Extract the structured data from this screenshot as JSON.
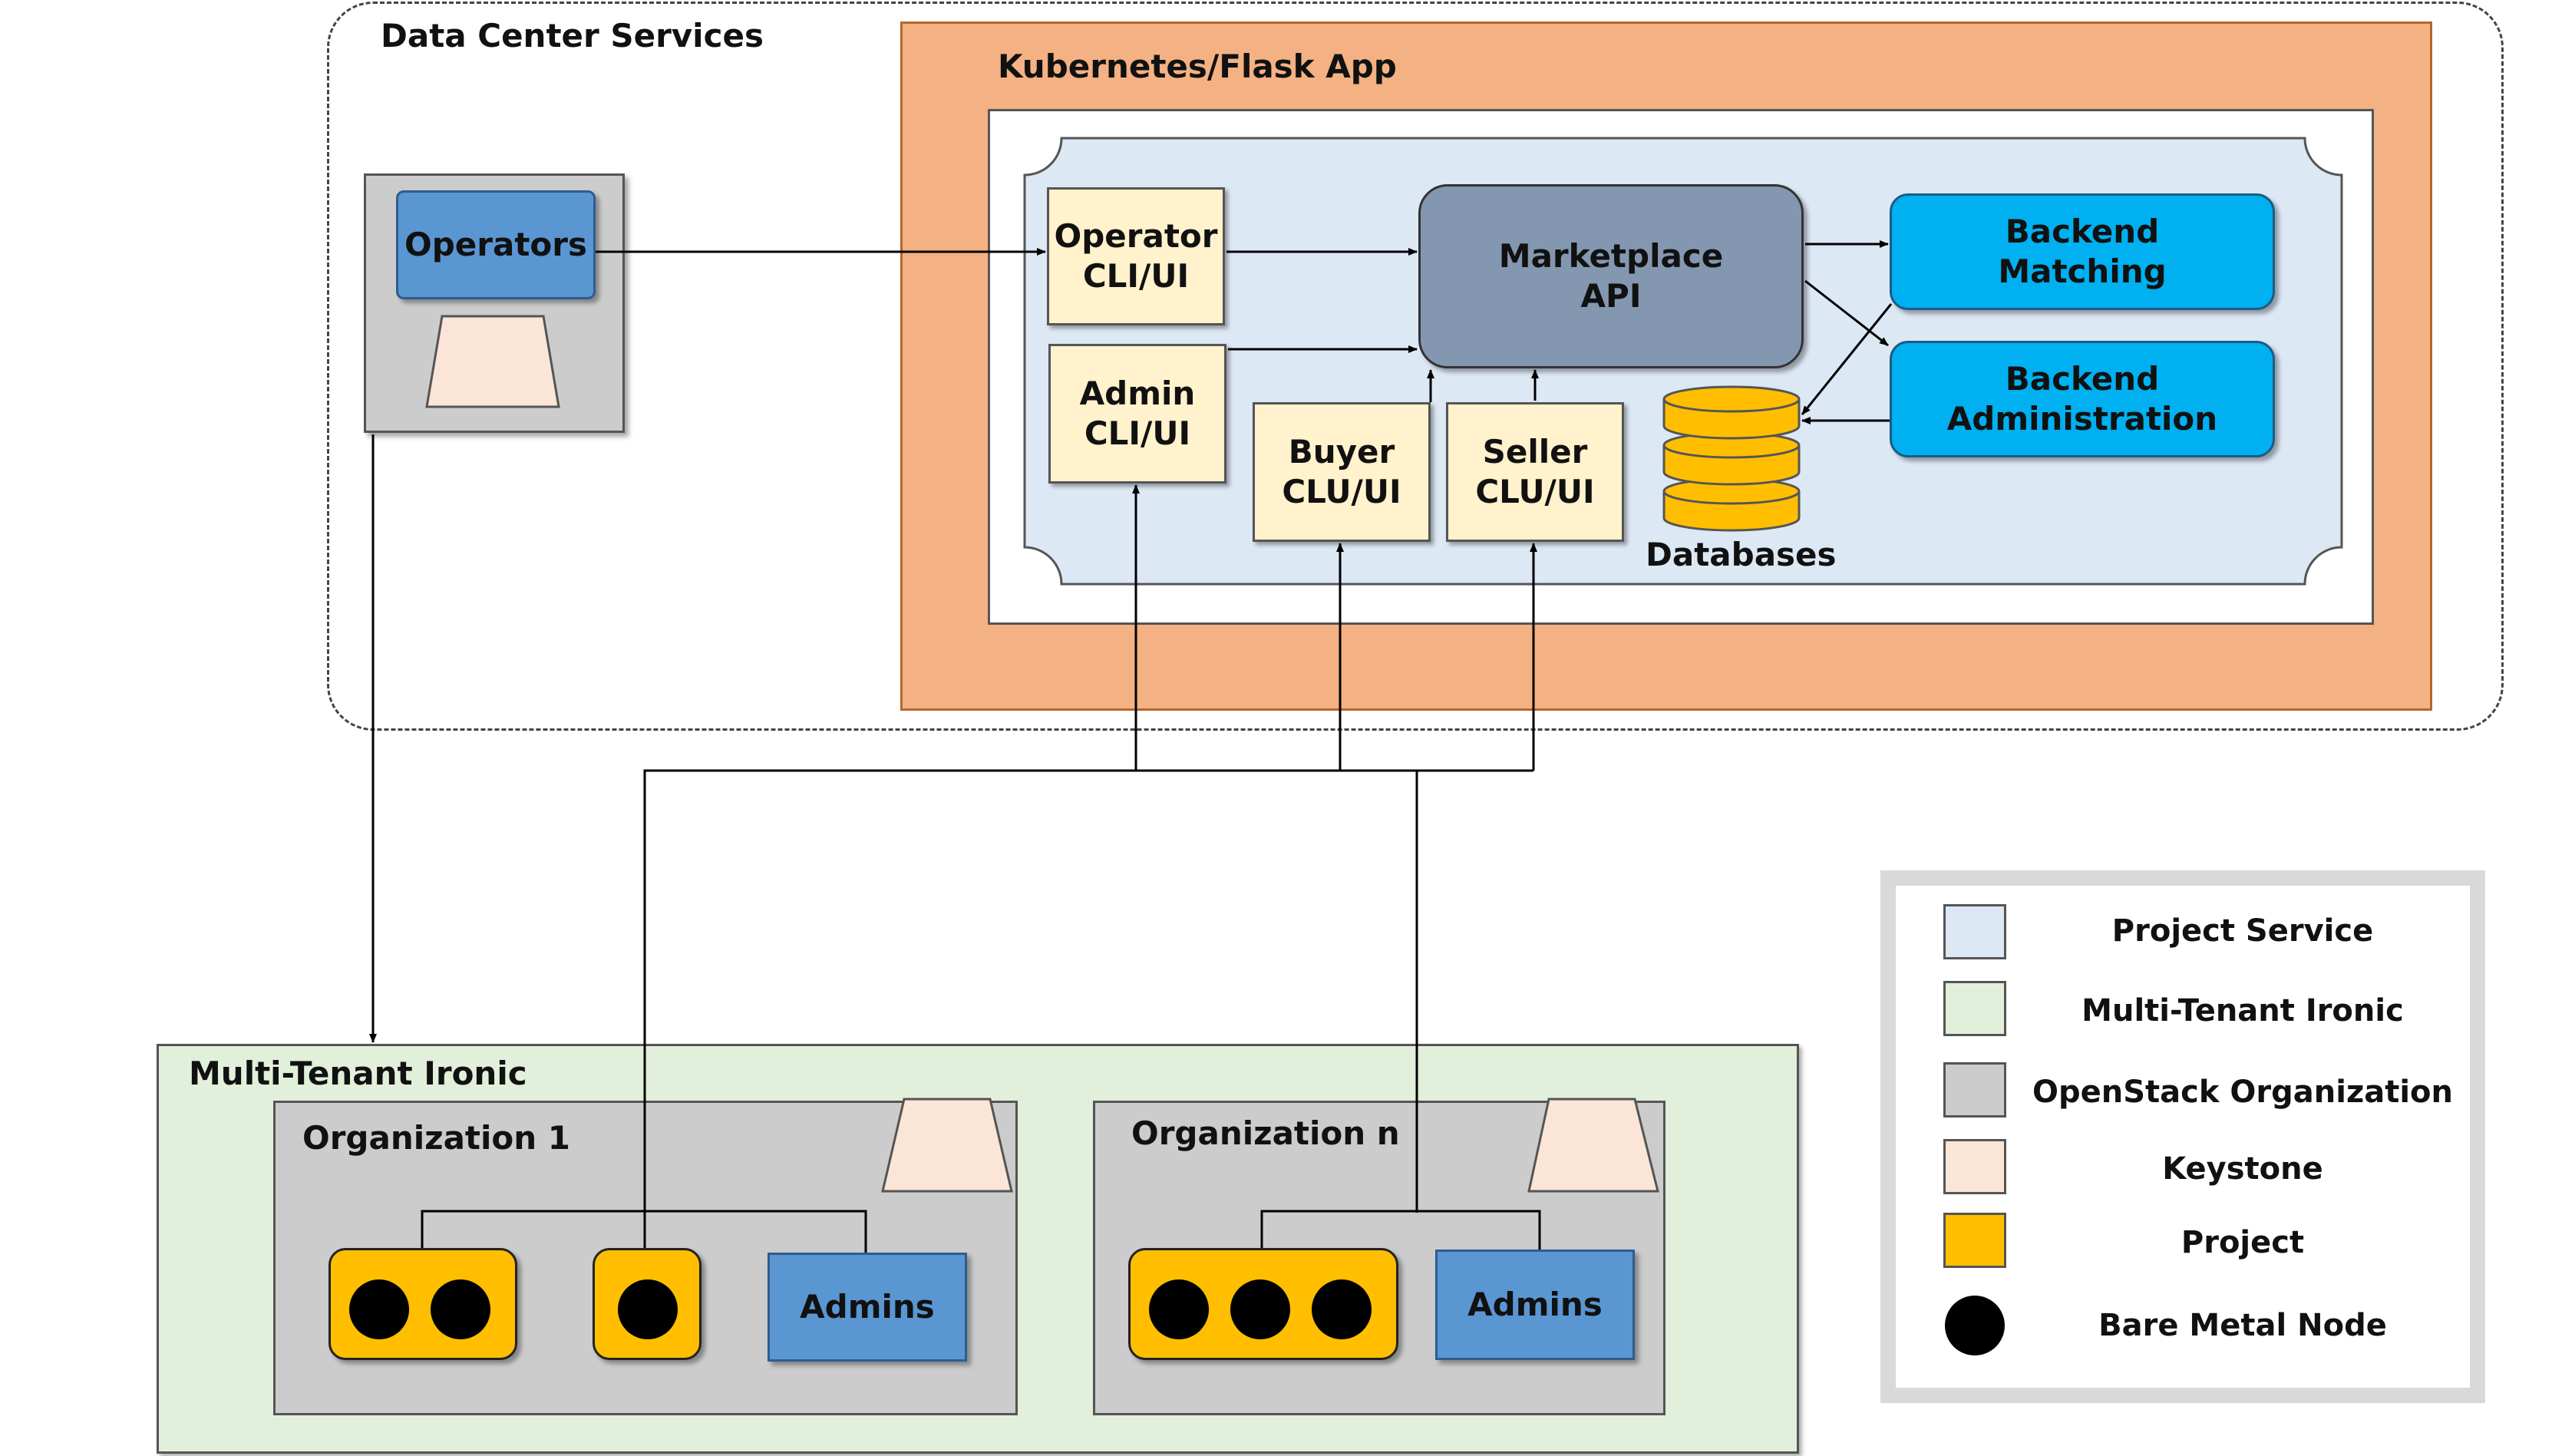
{
  "data_center": {
    "title": "Data Center Services"
  },
  "kubernetes": {
    "title": "Kubernetes/Flask App"
  },
  "operators": {
    "label": "Operators"
  },
  "operator_cli": {
    "line1": "Operator",
    "line2": "CLI/UI"
  },
  "admin_cli": {
    "line1": "Admin",
    "line2": "CLI/UI"
  },
  "buyer": {
    "line1": "Buyer",
    "line2": "CLU/UI"
  },
  "seller": {
    "line1": "Seller",
    "line2": "CLU/UI"
  },
  "marketplace": {
    "line1": "Marketplace",
    "line2": "API"
  },
  "backend_matching": {
    "line1": "Backend",
    "line2": "Matching"
  },
  "backend_admin": {
    "line1": "Backend",
    "line2": "Administration"
  },
  "databases": {
    "label": "Databases"
  },
  "ironic": {
    "title": "Multi-Tenant Ironic"
  },
  "org1": {
    "title": "Organization 1",
    "admins": "Admins"
  },
  "orgn": {
    "title": "Organization n",
    "admins": "Admins"
  },
  "legend": {
    "items": [
      {
        "label": "Project Service",
        "color": "#dde8f5"
      },
      {
        "label": "Multi-Tenant Ironic",
        "color": "#e2efda"
      },
      {
        "label": "OpenStack Organization",
        "color": "#cccccc"
      },
      {
        "label": "Keystone",
        "color": "#fbe5d6"
      },
      {
        "label": "Project",
        "color": "#ffbf00"
      },
      {
        "label": "Bare Metal Node",
        "color": "#000000"
      }
    ]
  },
  "colors": {
    "kubernetes_bg": "#f4b183",
    "project_service": "#dde8f5",
    "ironic_bg": "#e2efda",
    "organization": "#cccccc",
    "keystone": "#fbe5d6",
    "project": "#ffbf00",
    "marketplace": "#8497b0",
    "backend": "#00b0f0",
    "operators": "#5a96d2"
  }
}
